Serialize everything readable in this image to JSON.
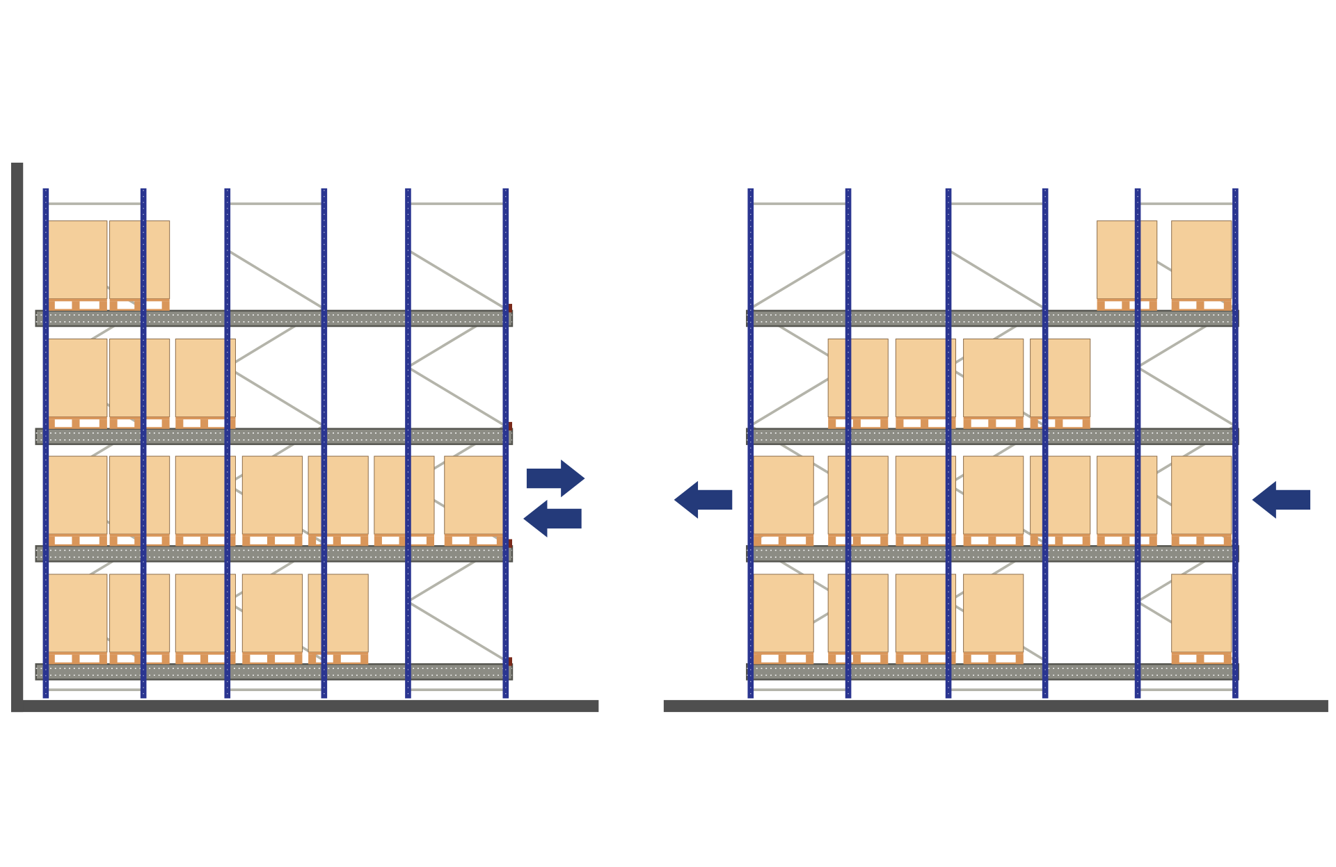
{
  "colors": {
    "upright": "#2a3590",
    "beam": "#8c8c84",
    "beam_dark": "#55554f",
    "brace": "#b4b4aa",
    "box": "#f4cf9b",
    "box_edge": "#8a6a48",
    "pallet": "#d9965a",
    "arrow": "#243a7a",
    "ground": "#4f4f4f"
  },
  "racks": [
    {
      "id": "left",
      "has_wall": true,
      "levels": [
        {
          "occupied_slots": [
            0,
            1
          ]
        },
        {
          "occupied_slots": [
            0,
            1,
            2
          ]
        },
        {
          "occupied_slots": [
            0,
            1,
            2,
            3,
            4,
            5,
            6
          ]
        },
        {
          "occupied_slots": [
            0,
            1,
            2,
            3,
            4
          ]
        }
      ],
      "arrows": [
        "double-right-left-icon"
      ]
    },
    {
      "id": "right",
      "has_wall": false,
      "levels": [
        {
          "occupied_slots": [
            5,
            6
          ]
        },
        {
          "occupied_slots": [
            1,
            2,
            3,
            4
          ]
        },
        {
          "occupied_slots": [
            0,
            1,
            2,
            3,
            4,
            5,
            6
          ]
        },
        {
          "occupied_slots": [
            0,
            1,
            2,
            3,
            6
          ]
        }
      ],
      "arrows": [
        "arrow-left-exit-icon",
        "arrow-left-entry-icon"
      ]
    }
  ]
}
